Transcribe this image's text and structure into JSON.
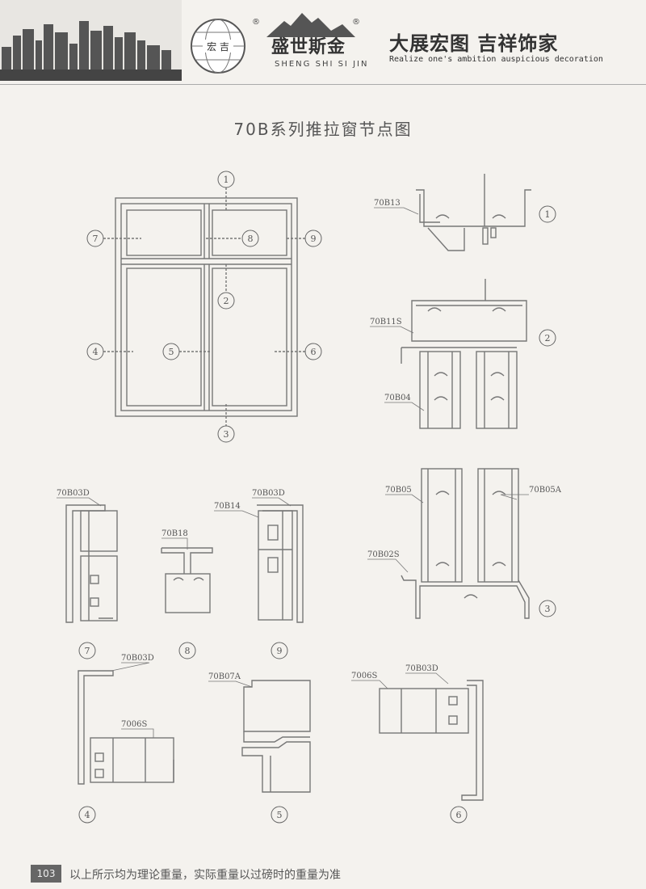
{
  "header": {
    "logo_text": "宏 吉",
    "brand_cn": "盛世斯金",
    "brand_en": "SHENG SHI SI JIN",
    "reg_mark": "®",
    "slogan_cn": "大展宏图 吉祥饰家",
    "slogan_en": "Realize one's ambition auspicious decoration"
  },
  "title": "70B系列推拉窗节点图",
  "callouts": [
    "1",
    "2",
    "3",
    "4",
    "5",
    "6",
    "7",
    "8",
    "9"
  ],
  "profile_labels": {
    "p70B13": "70B13",
    "p70B11S": "70B11S",
    "p70B04": "70B04",
    "p70B05": "70B05",
    "p70B05A": "70B05A",
    "p70B02S": "70B02S",
    "p70B03D_a": "70B03D",
    "p70B18": "70B18",
    "p70B14": "70B14",
    "p70B03D_b": "70B03D",
    "p70B03D_c": "70B03D",
    "p7006S_a": "7006S",
    "p70B07A": "70B07A",
    "p7006S_b": "7006S",
    "p70B03D_d": "70B03D"
  },
  "footer": {
    "page_number": "103",
    "note": "以上所示均为理论重量，实际重量以过磅时的重量为准"
  }
}
